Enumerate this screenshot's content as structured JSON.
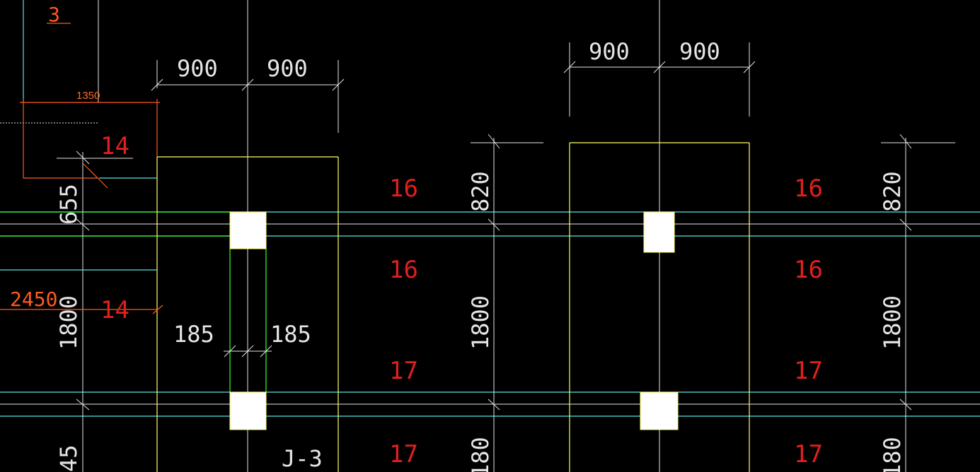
{
  "drawing": {
    "colors": {
      "background": "#000000",
      "dimension": "#e6e6e6",
      "wall_yellow": "#ffff66",
      "wall_cyan": "#55e6e6",
      "wall_green": "#33ff33",
      "label_red": "#e0201c",
      "annotation_orange": "#ff5a1f",
      "column_fill": "#ffffff"
    },
    "labels": {
      "top_dim_left_a": "900",
      "top_dim_left_b": "900",
      "top_dim_right_a": "900",
      "top_dim_right_b": "900",
      "span_1350": "1350",
      "corner_3": "3",
      "red_14_top": "14",
      "red_14_bottom": "14",
      "span_2450": "2450",
      "vert_655": "655",
      "vert_1800_left": "1800",
      "vert_45": "45",
      "gap_185_left": "185",
      "gap_185_right": "185",
      "label_j3": "J-3",
      "red_16_mid_1": "16",
      "red_16_mid_2": "16",
      "red_17_mid_1": "17",
      "red_17_mid_2": "17",
      "red_16_right_1": "16",
      "red_16_right_2": "16",
      "red_17_right_1": "17",
      "red_17_right_2": "17",
      "vert_820_mid": "820",
      "vert_1800_mid": "1800",
      "vert_180_mid": "180",
      "vert_820_right": "820",
      "vert_1800_right": "1800",
      "vert_180_right": "180"
    }
  }
}
